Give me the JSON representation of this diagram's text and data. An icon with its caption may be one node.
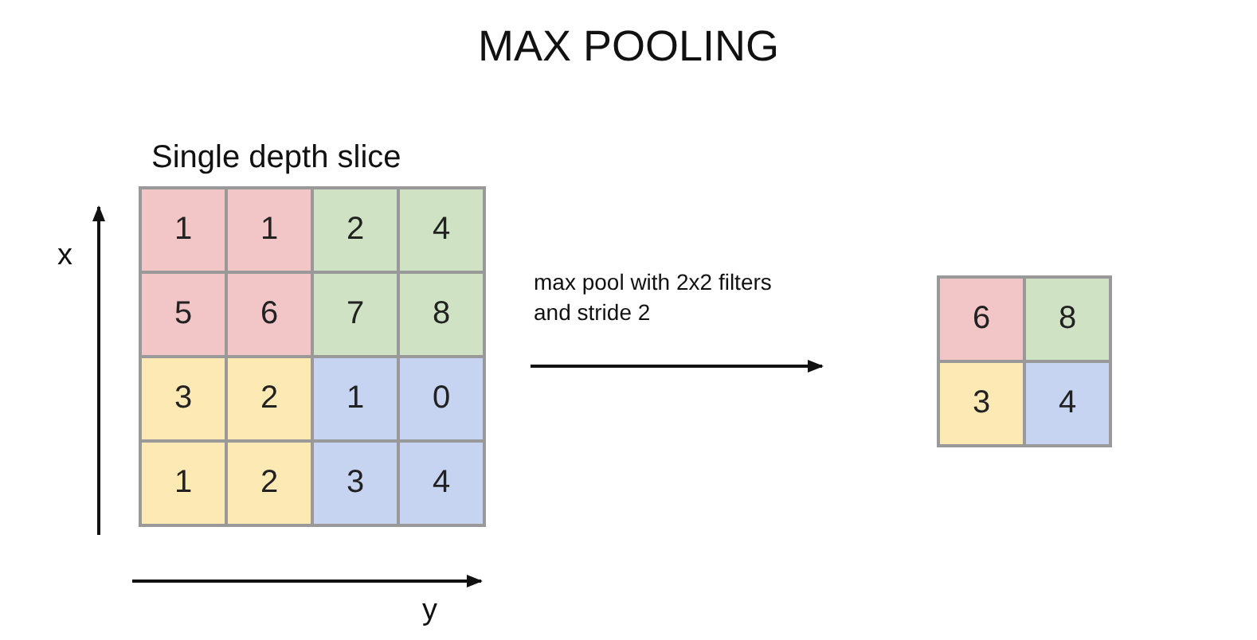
{
  "diagram": {
    "title": "MAX POOLING",
    "nodes": [
      {
        "text": [
          "Single depth slice"
        ]
      },
      {
        "text": [
          "1"
        ],
        "in": 0
      },
      {
        "text": [
          "1"
        ],
        "in": 0
      },
      {
        "text": [
          "2"
        ],
        "in": 0
      },
      {
        "text": [
          "4"
        ],
        "in": 0
      },
      {
        "text": [
          "5"
        ],
        "in": 0
      },
      {
        "text": [
          "6"
        ],
        "in": 0
      },
      {
        "text": [
          "7"
        ],
        "in": 0
      },
      {
        "text": [
          "8"
        ],
        "in": 0
      },
      {
        "text": [
          "3"
        ],
        "in": 0
      },
      {
        "text": [
          "2"
        ],
        "in": 0
      },
      {
        "text": [
          "1"
        ],
        "in": 0
      },
      {
        "text": [
          "0"
        ],
        "in": 0
      },
      {
        "text": [
          "1"
        ],
        "in": 0
      },
      {
        "text": [
          "2"
        ],
        "in": 0
      },
      {
        "text": [
          "3"
        ],
        "in": 0
      },
      {
        "text": [
          "4"
        ],
        "in": 0
      },
      {
        "text": [],
        "shape": "box"
      },
      {
        "text": [
          "6"
        ],
        "in": 17
      },
      {
        "text": [
          "8"
        ],
        "in": 17
      },
      {
        "text": [
          "3"
        ],
        "in": 17
      },
      {
        "text": [
          "4"
        ],
        "in": 17
      }
    ],
    "edges": [
      {
        "from": 0,
        "to": 17,
        "arrow": "to",
        "label": "max pool with 2x2 filters and stride 2"
      }
    ],
    "labels": [
      "x",
      "y"
    ]
  }
}
